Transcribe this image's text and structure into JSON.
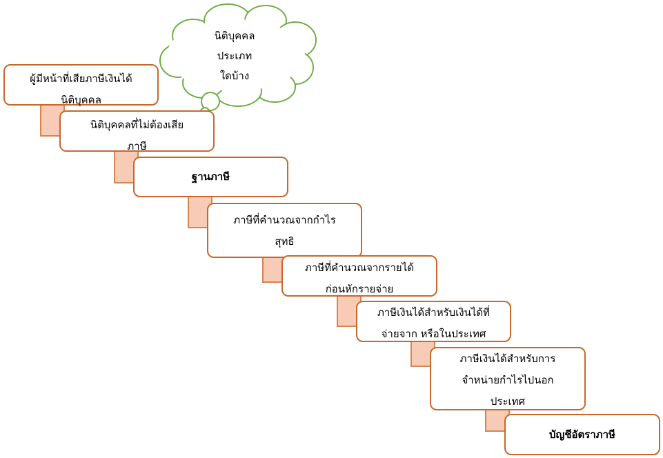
{
  "colors": {
    "box_border": "#c8672b",
    "connector_fill": "#f8cbb6",
    "connector_border": "#d8844d",
    "cloud_border": "#70ad47"
  },
  "cloud": {
    "lines": [
      "นิติบุคคล",
      "ประเภท",
      "ใดบ้าง"
    ]
  },
  "steps": [
    {
      "lines": [
        "ผู้มีหน้าที่เสียภาษีเงินได้",
        "นิติบุคคล"
      ]
    },
    {
      "lines": [
        "นิติบุคคลที่ไม่ต้องเสีย",
        "ภาษี"
      ]
    },
    {
      "lines": [
        "ฐานภาษี"
      ]
    },
    {
      "lines": [
        "ภาษีที่คำนวณจากกำไร",
        "สุทธิ"
      ]
    },
    {
      "lines": [
        "ภาษีที่คำนวณจากรายได้",
        "ก่อนหักรายจ่าย"
      ]
    },
    {
      "lines": [
        "ภาษีเงินได้สำหรับเงินได้ที่",
        "จ่ายจาก   หรือในประเทศ"
      ]
    },
    {
      "lines": [
        "ภาษีเงินได้สำหรับการ",
        "จำหน่ายกำไรไปนอก",
        "ประเทศ"
      ]
    },
    {
      "lines": [
        "บัญชีอัตราภาษี"
      ]
    }
  ]
}
